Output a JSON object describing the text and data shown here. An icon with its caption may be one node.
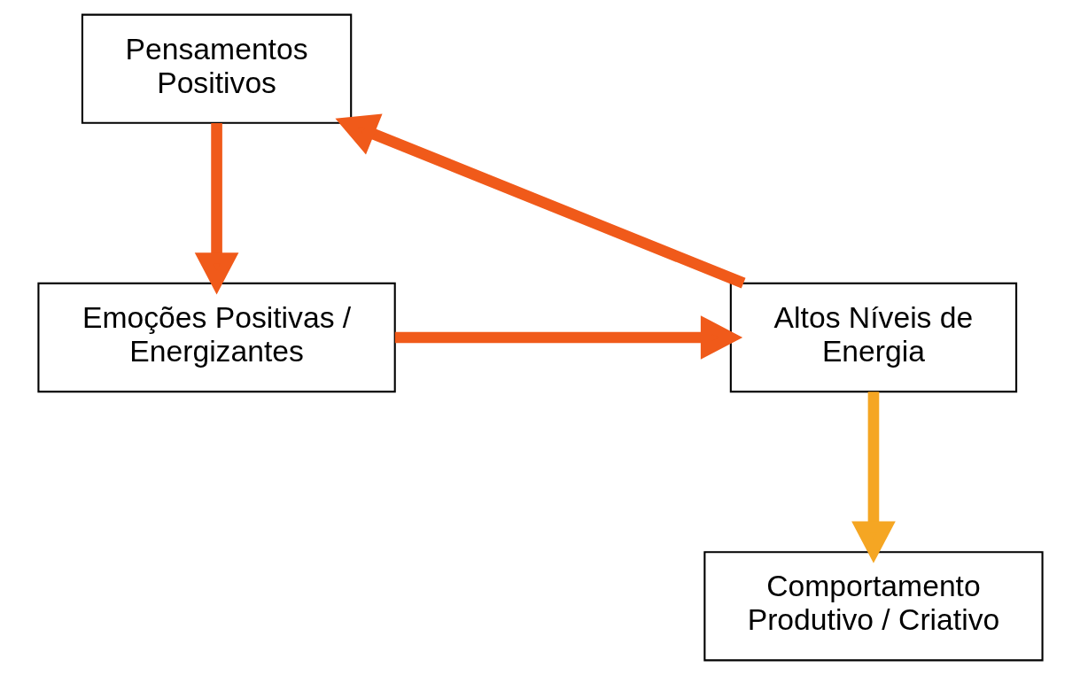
{
  "diagram": {
    "nodes": [
      {
        "text": [
          "Pensamentos Positivos"
        ]
      },
      {
        "text": [
          "Emoções Positivas / Energizantes"
        ]
      },
      {
        "text": [
          "Altos Níveis de Energia"
        ]
      },
      {
        "text": [
          "Comportamento Produtivo / Criativo"
        ]
      }
    ],
    "edges": [
      {
        "from": 0,
        "to": 1,
        "arrow": "to"
      },
      {
        "from": 1,
        "to": 2,
        "arrow": "to"
      },
      {
        "from": 2,
        "to": 0,
        "arrow": "to"
      },
      {
        "from": 2,
        "to": 3,
        "arrow": "to",
        "color": "#f5a623"
      }
    ]
  }
}
